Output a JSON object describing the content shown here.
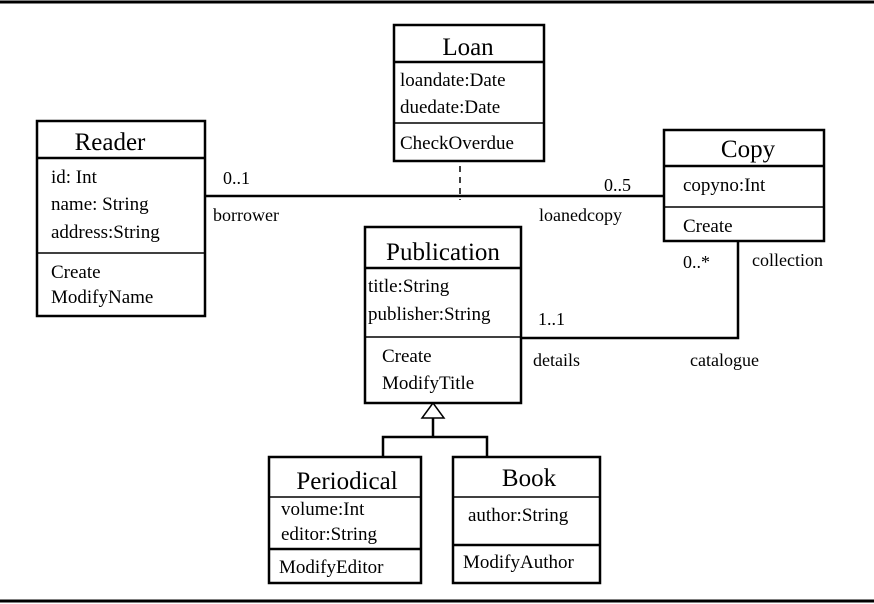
{
  "classes": {
    "loan": {
      "name": "Loan",
      "attributes": [
        "loandate:Date",
        "duedate:Date"
      ],
      "operations": [
        "CheckOverdue"
      ]
    },
    "reader": {
      "name": "Reader",
      "attributes": [
        "id: Int",
        "name: String",
        "address:String"
      ],
      "operations": [
        "Create",
        "ModifyName"
      ]
    },
    "copy": {
      "name": "Copy",
      "attributes": [
        "copyno:Int"
      ],
      "operations": [
        "Create"
      ]
    },
    "publication": {
      "name": "Publication",
      "attributes": [
        "title:String",
        "publisher:String"
      ],
      "operations": [
        "Create",
        "ModifyTitle"
      ]
    },
    "periodical": {
      "name": "Periodical",
      "attributes": [
        "volume:Int",
        "editor:String"
      ],
      "operations": [
        "ModifyEditor"
      ]
    },
    "book": {
      "name": "Book",
      "attributes": [
        "author:String"
      ],
      "operations": [
        "ModifyAuthor"
      ]
    }
  },
  "associations": {
    "reader_copy": {
      "reader_multiplicity": "0..1",
      "reader_role": "borrower",
      "copy_multiplicity": "0..5",
      "copy_role": "loanedcopy"
    },
    "copy_publication": {
      "copy_multiplicity": "0..*",
      "copy_role": "collection",
      "publication_multiplicity": "1..1",
      "publication_role": "details",
      "catalogue_label": "catalogue"
    }
  }
}
